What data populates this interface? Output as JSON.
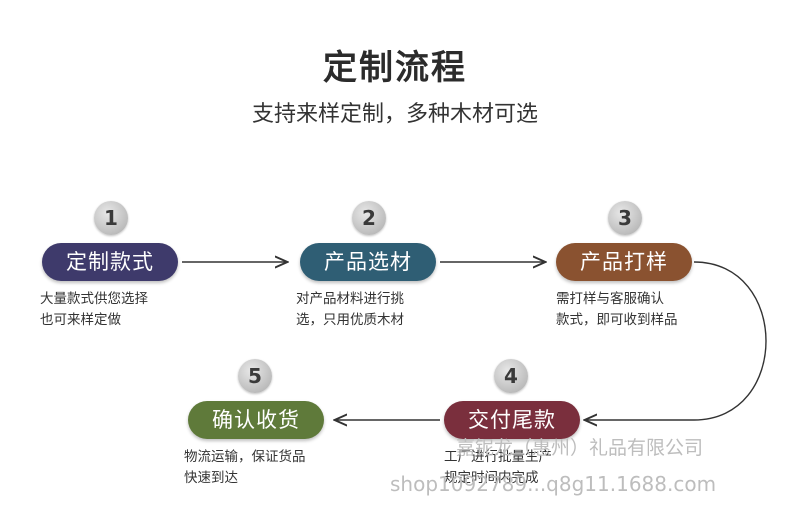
{
  "title": "定制流程",
  "subtitle": "支持来样定制，多种木材可选",
  "steps": [
    {
      "num": "1",
      "label": "定制款式",
      "desc_lines": [
        "大量款式供您选择",
        "也可来样定做"
      ],
      "color": "#3e3a6b"
    },
    {
      "num": "2",
      "label": "产品选材",
      "desc_lines": [
        "对产品材料进行挑",
        "选，只用优质木材"
      ],
      "color": "#2f5e74"
    },
    {
      "num": "3",
      "label": "产品打样",
      "desc_lines": [
        "需打样与客服确认",
        "款式，即可收到样品"
      ],
      "color": "#8a5230"
    },
    {
      "num": "4",
      "label": "交付尾款",
      "desc_lines": [
        "工厂进行批量生产",
        "规定时间内完成"
      ],
      "color": "#7a2f3d"
    },
    {
      "num": "5",
      "label": "确认收货",
      "desc_lines": [
        "物流运输，保证货品",
        "快速到达"
      ],
      "color": "#5f7a3a"
    }
  ],
  "watermark": {
    "line1": "嘉铌龙（惠州）礼品有限公司",
    "line2": "shop1092789...q8g11.1688.com"
  }
}
